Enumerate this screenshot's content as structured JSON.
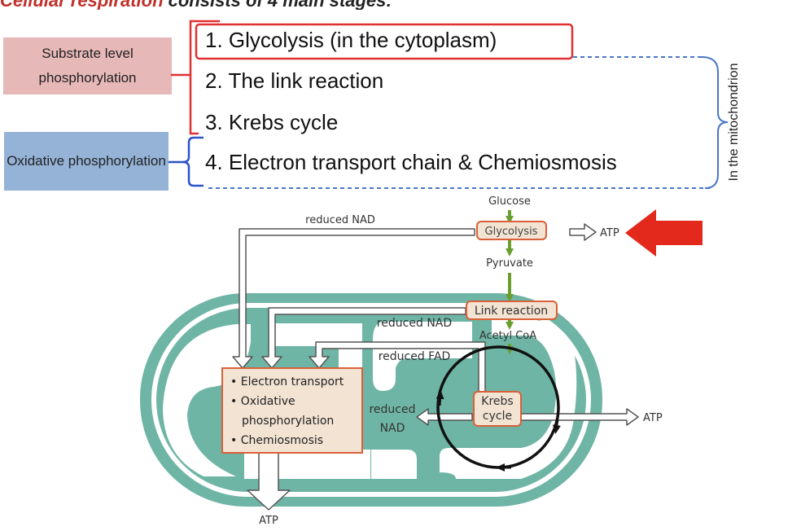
{
  "title": {
    "prefix": "Cellular respiration",
    "suffix": " consists of 4 main stages:"
  },
  "annotations": {
    "substrate_label": "Substrate level phosphorylation",
    "oxidative_label": "Oxidative phosphorylation",
    "mitochondrion_label": "In the mitochondrion"
  },
  "stages": [
    "1. Glycolysis (in the cytoplasm)",
    "2. The link reaction",
    "3. Krebs cycle",
    "4. Electron transport chain & Chemiosmosis"
  ],
  "diagram": {
    "glucose": "Glucose",
    "glycolysis": "Glycolysis",
    "atp_glycolysis": "ATP",
    "pyruvate": "Pyruvate",
    "reduced_nad_top": "reduced NAD",
    "link_reaction": "Link reaction",
    "reduced_nad_link": "reduced NAD",
    "acetyl_coa": "Acetyl CoA",
    "reduced_fad": "reduced FAD",
    "krebs_line1": "Krebs",
    "krebs_line2": "cycle",
    "reduced_nad_krebs_line1": "reduced",
    "reduced_nad_krebs_line2": "NAD",
    "atp_krebs": "ATP",
    "atp_bottom": "ATP",
    "etc_items": [
      "Electron transport",
      "Oxidative",
      "phosphorylation",
      "Chemiosmosis"
    ]
  },
  "colors": {
    "red_outline": "#e03030",
    "blue_bracket": "#4a78c4",
    "mito_membrane": "#6fb5a5",
    "box_fill": "#f2e3d2",
    "box_border": "#d9603a",
    "green_arrow": "#6a9e2e",
    "pointer_arrow": "#e3281c"
  }
}
